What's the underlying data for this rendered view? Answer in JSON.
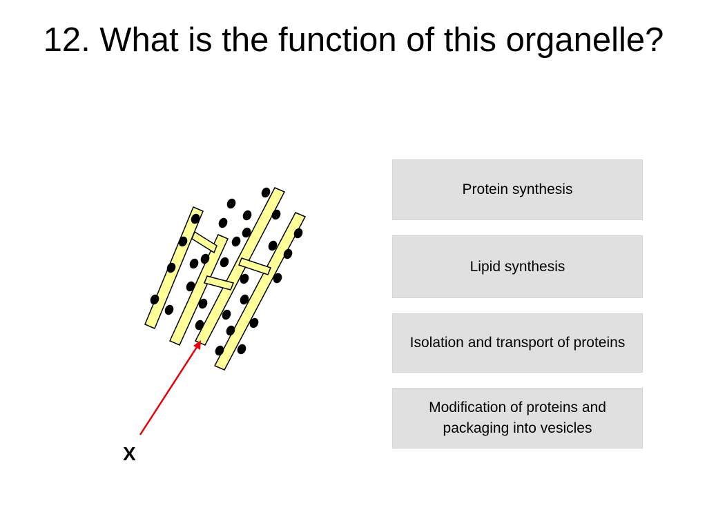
{
  "title": "12. What is the function of this organelle?",
  "diagram": {
    "marker_label": "X",
    "arrow_color": "#e8000b",
    "membrane_fill": "#ffff99",
    "membrane_stroke": "#000000",
    "ribosome_color": "#000000"
  },
  "options": [
    {
      "label": "Protein synthesis"
    },
    {
      "label": "Lipid synthesis"
    },
    {
      "label": "Isolation and transport of proteins"
    },
    {
      "label": "Modification of proteins and packaging into vesicles"
    }
  ]
}
